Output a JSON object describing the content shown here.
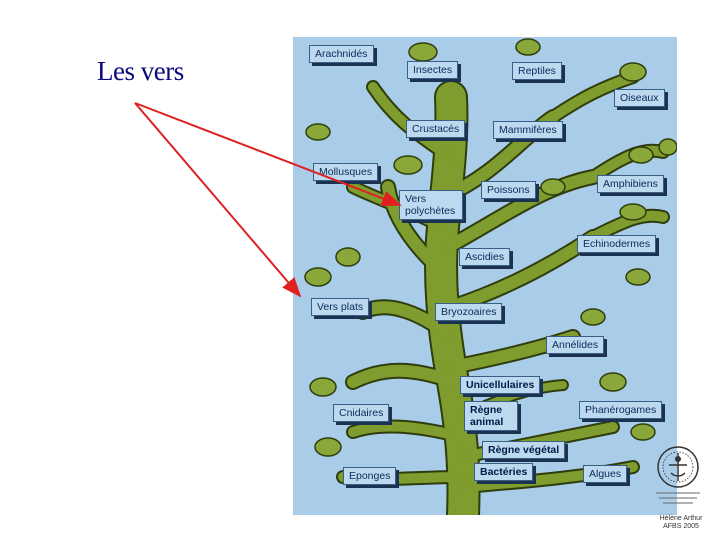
{
  "title": "Les vers",
  "labels": [
    {
      "id": "arachnides",
      "text": "Arachnidés"
    },
    {
      "id": "insectes",
      "text": "Insectes"
    },
    {
      "id": "reptiles",
      "text": "Reptiles"
    },
    {
      "id": "oiseaux",
      "text": "Oiseaux"
    },
    {
      "id": "crustaces",
      "text": "Crustacés"
    },
    {
      "id": "mammiferes",
      "text": "Mammifères"
    },
    {
      "id": "mollusques",
      "text": "Mollusques"
    },
    {
      "id": "amphibiens",
      "text": "Amphibiens"
    },
    {
      "id": "poissons",
      "text": "Poissons"
    },
    {
      "id": "vers_polychetes",
      "text": "Vers polychètes"
    },
    {
      "id": "echinodermes",
      "text": "Echinodermes"
    },
    {
      "id": "ascidies",
      "text": "Ascidies"
    },
    {
      "id": "vers_plats",
      "text": "Vers plats"
    },
    {
      "id": "bryozoaires",
      "text": "Bryozoaires"
    },
    {
      "id": "annelides",
      "text": "Annélides"
    },
    {
      "id": "unicellulaires",
      "text": "Unicellulaires"
    },
    {
      "id": "cnidaires",
      "text": "Cnidaires"
    },
    {
      "id": "regne_animal",
      "text": "Règne animal"
    },
    {
      "id": "phanerogames",
      "text": "Phanérogames"
    },
    {
      "id": "regne_vegetal",
      "text": "Règne végétal"
    },
    {
      "id": "eponges",
      "text": "Eponges"
    },
    {
      "id": "bacteries",
      "text": "Bactéries"
    },
    {
      "id": "algues",
      "text": "Algues"
    }
  ],
  "credit": "Hélène Arthur AFBS 2005",
  "colors": {
    "arrow": "#e02020",
    "branch": "#7f9c2e",
    "branch_edge": "#2f3d0c",
    "background": "#a9cce8",
    "title": "#0a0a7a"
  }
}
